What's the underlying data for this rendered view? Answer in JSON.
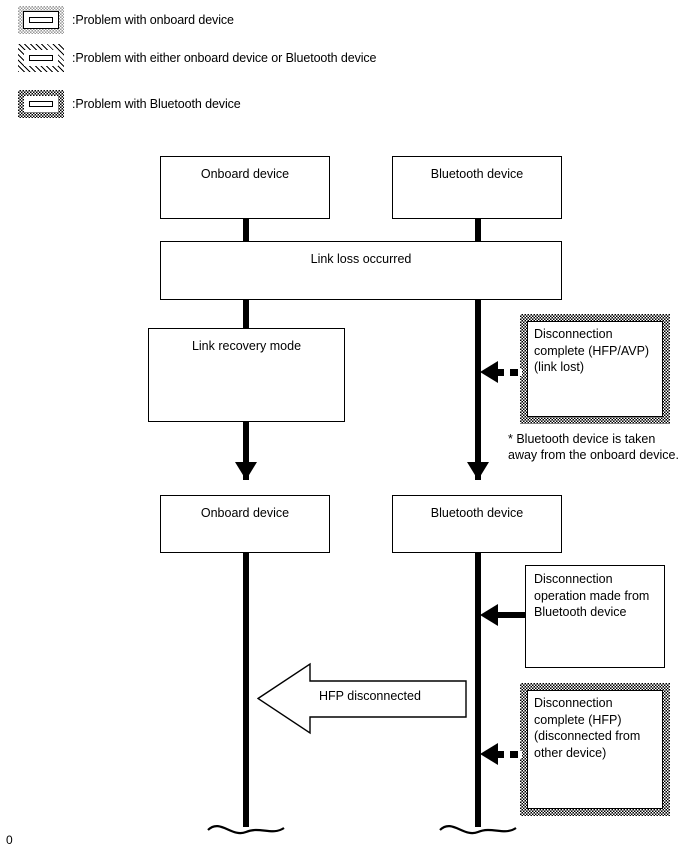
{
  "legend": {
    "items": [
      {
        "swatch": "onboard-device-problem-swatch",
        "text": ":Problem with onboard device"
      },
      {
        "swatch": "either-device-problem-swatch",
        "text": ":Problem with either onboard device or Bluetooth device"
      },
      {
        "swatch": "bluetooth-device-problem-swatch",
        "text": ":Problem with Bluetooth device"
      }
    ]
  },
  "diagram": {
    "nodes": {
      "onboard_device_top": "Onboard device",
      "bluetooth_device_top": "Bluetooth device",
      "link_loss_occurred": "Link loss occurred",
      "link_recovery_mode": "Link recovery mode",
      "onboard_device_bottom": "Onboard device",
      "bluetooth_device_bottom": "Bluetooth device"
    },
    "callouts": {
      "disconnection_complete_hfp_avp": "Disconnection\ncomplete (HFP/AVP)\n(link lost)",
      "disconnection_operation_bt": "Disconnection\noperation made from\nBluetooth device",
      "disconnection_complete_hfp": "Disconnection\ncomplete (HFP)\n(disconnected from\nother device)"
    },
    "messages": {
      "hfp_disconnected": "HFP disconnected"
    },
    "footnote": "* Bluetooth device is taken\naway from the onboard device."
  },
  "page_number": "0",
  "colors": {
    "ink": "#000000",
    "paper": "#ffffff",
    "legend_onboard_hatch": "#9a9a9a"
  }
}
